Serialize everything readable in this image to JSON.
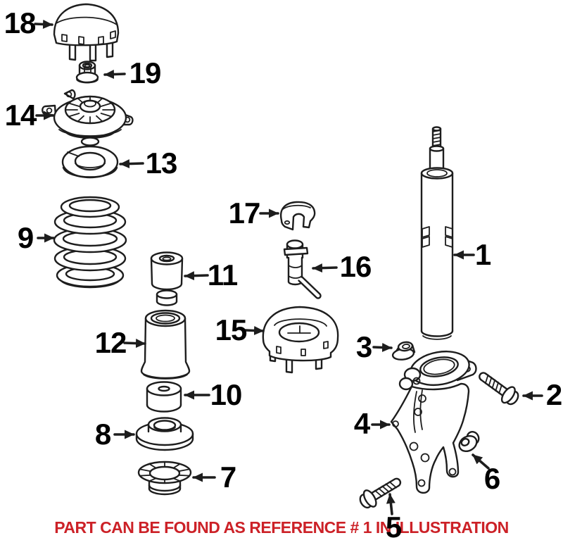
{
  "caption": {
    "text": "PART CAN BE FOUND AS REFERENCE # 1 IN ILLUSTRATION",
    "color": "#cc2127"
  },
  "colors": {
    "background": "#ffffff",
    "line_art": "#1d1d1d",
    "label_text": "#000000"
  },
  "part_refs": [
    "1",
    "2",
    "3",
    "4",
    "5",
    "6",
    "7",
    "8",
    "9",
    "10",
    "11",
    "12",
    "13",
    "14",
    "15",
    "16",
    "17",
    "18",
    "19"
  ]
}
